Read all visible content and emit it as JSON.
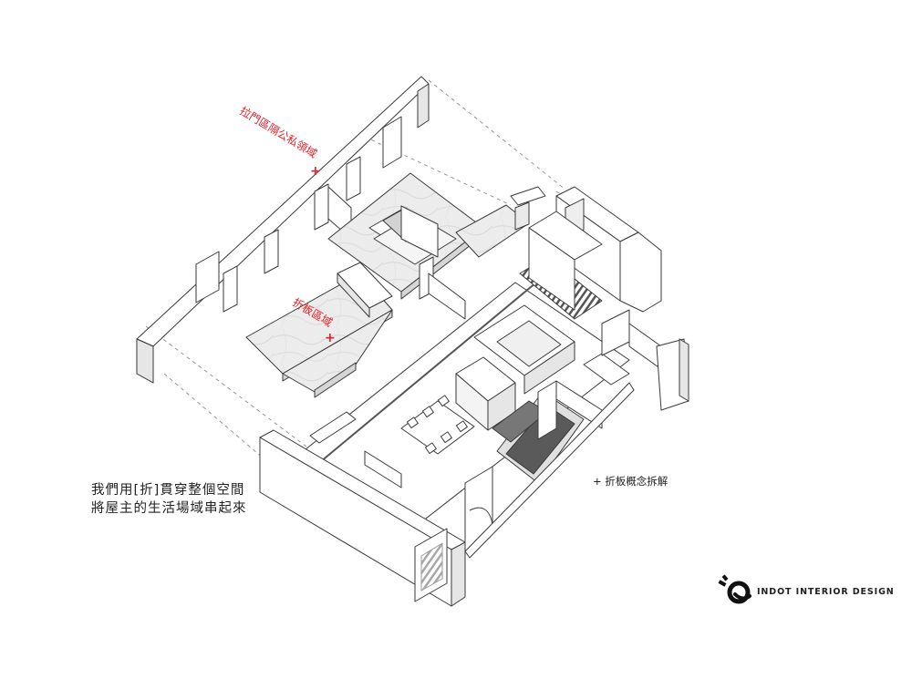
{
  "labels": {
    "sliding_door": "拉門區隔公私領域",
    "folding_zone": "折板區域",
    "explode": "+ 折板概念拆解",
    "caption_line1": "我們用[折]貫穿整個空間",
    "caption_line2": "將屋主的生活場域串起來"
  },
  "logo": {
    "text": "INDOT INTERIOR DESIGN",
    "icon": "indot-logo-icon"
  },
  "colors": {
    "accent_red": "#e8202a",
    "line": "#3a3a3a",
    "wall_fill": "#ffffff",
    "shade_fill": "#e6e6e6",
    "dark_fill": "#5a5a5a",
    "marble": "#e9e9e9"
  }
}
